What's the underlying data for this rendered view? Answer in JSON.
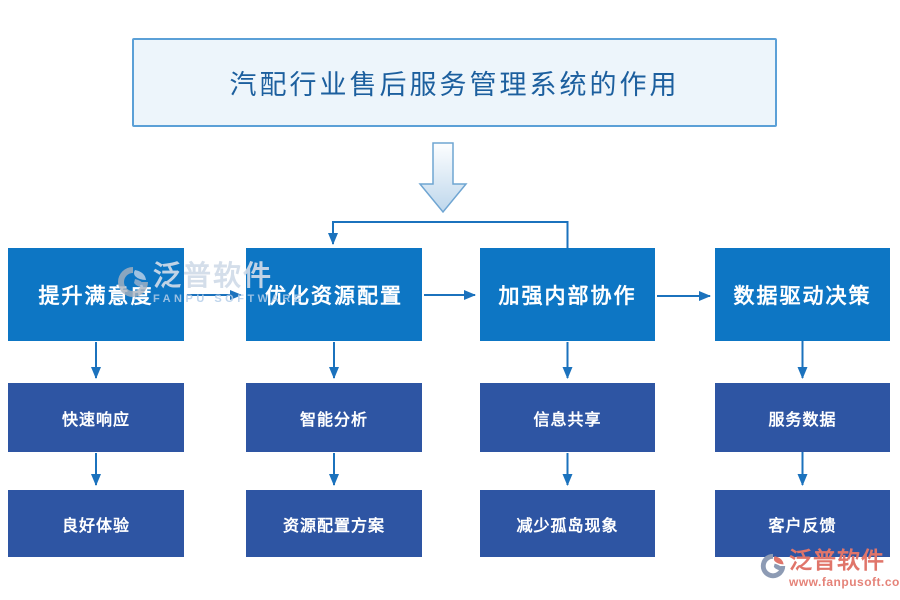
{
  "title": "汽配行业售后服务管理系统的作用",
  "columns": [
    {
      "main": "提升满意度",
      "subs": [
        "快速响应",
        "良好体验"
      ]
    },
    {
      "main": "优化资源配置",
      "subs": [
        "智能分析",
        "资源配置方案"
      ]
    },
    {
      "main": "加强内部协作",
      "subs": [
        "信息共享",
        "减少孤岛现象"
      ]
    },
    {
      "main": "数据驱动决策",
      "subs": [
        "服务数据",
        "客户反馈"
      ]
    }
  ],
  "watermark_center": {
    "brand": "泛普软件",
    "subtitle": "FANPU SOFTWARE"
  },
  "watermark_corner": {
    "brand": "泛普软件",
    "url": "www.fanpusoft.com"
  },
  "colors": {
    "main_box": "#0d76c4",
    "sub_box": "#2e55a3",
    "connector": "#1b72bd",
    "title_text": "#1c5f9e",
    "title_border": "#5ba0d7",
    "title_bg": "#edf5fb",
    "watermark_coral": "#e0756a"
  }
}
